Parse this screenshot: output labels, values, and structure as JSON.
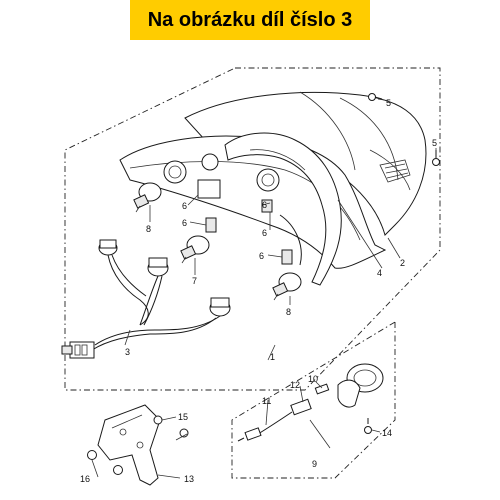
{
  "banner": {
    "text": "Na obrázku díl číslo 3",
    "color": "#ffcc00"
  },
  "callouts": [
    {
      "id": "c1",
      "label": "1"
    },
    {
      "id": "c2",
      "label": "2"
    },
    {
      "id": "c3",
      "label": "3"
    },
    {
      "id": "c4",
      "label": "4"
    },
    {
      "id": "c5a",
      "label": "5"
    },
    {
      "id": "c5b",
      "label": "5"
    },
    {
      "id": "c6a",
      "label": "6"
    },
    {
      "id": "c6b",
      "label": "6"
    },
    {
      "id": "c6c",
      "label": "6"
    },
    {
      "id": "c6d",
      "label": "6"
    },
    {
      "id": "c6e",
      "label": "6"
    },
    {
      "id": "c7",
      "label": "7"
    },
    {
      "id": "c8a",
      "label": "8"
    },
    {
      "id": "c8b",
      "label": "8"
    },
    {
      "id": "c9",
      "label": "9"
    },
    {
      "id": "c10",
      "label": "10"
    },
    {
      "id": "c11",
      "label": "11"
    },
    {
      "id": "c12",
      "label": "12"
    },
    {
      "id": "c13",
      "label": "13"
    },
    {
      "id": "c14",
      "label": "14"
    },
    {
      "id": "c15",
      "label": "15"
    },
    {
      "id": "c16",
      "label": "16"
    }
  ]
}
